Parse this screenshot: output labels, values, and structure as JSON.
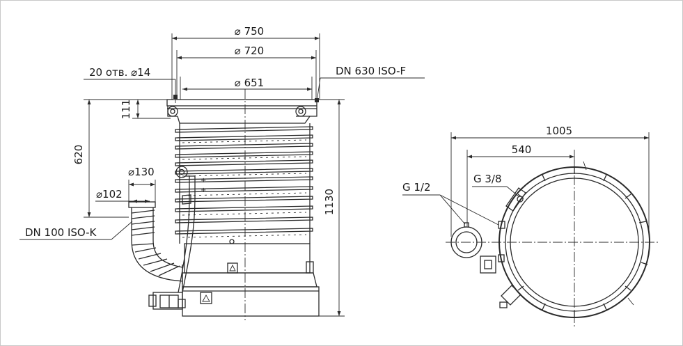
{
  "dimensions": {
    "d750": "⌀ 750",
    "d720": "⌀ 720",
    "d651": "⌀ 651",
    "holes": "20 отв. ⌀14",
    "flange": "DN 630 ISO-F",
    "h111": "111",
    "h620": "620",
    "h1130": "1130",
    "d130": "⌀130",
    "d102": "⌀102",
    "inlet": "DN 100 ISO-K",
    "w1005": "1005",
    "w540": "540",
    "g12": "G 1/2",
    "g38": "G 3/8"
  }
}
